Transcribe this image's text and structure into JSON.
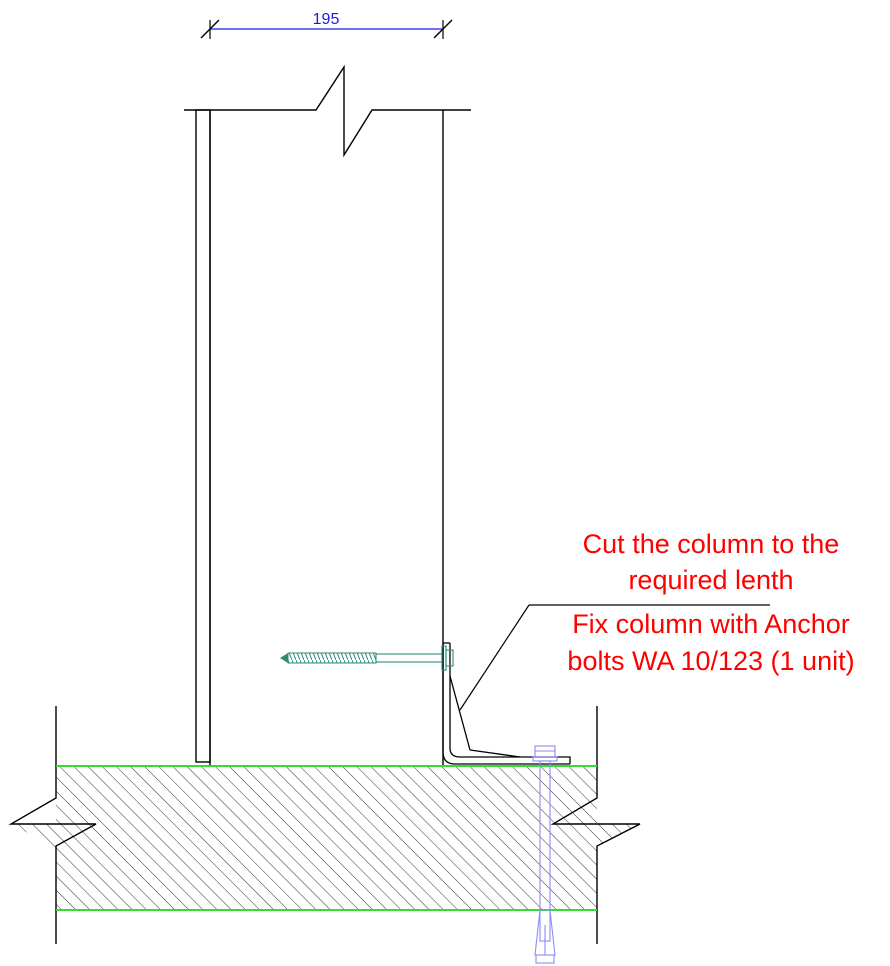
{
  "dimension": {
    "width_label": "195"
  },
  "notes": {
    "line1": "Cut the column to the",
    "line2": "required lenth",
    "line3": "Fix column with Anchor",
    "line4": "bolts WA 10/123 (1 unit)"
  },
  "colors": {
    "outline": "#000000",
    "dimension": "#1a1ae6",
    "note": "#ff0000",
    "slab_edge": "#33dd33",
    "screw": "#2e8b7a",
    "anchor_bolt": "#8c8cf0"
  },
  "icons": {
    "screw": "wood-screw-icon",
    "anchor": "anchor-bolt-icon"
  }
}
